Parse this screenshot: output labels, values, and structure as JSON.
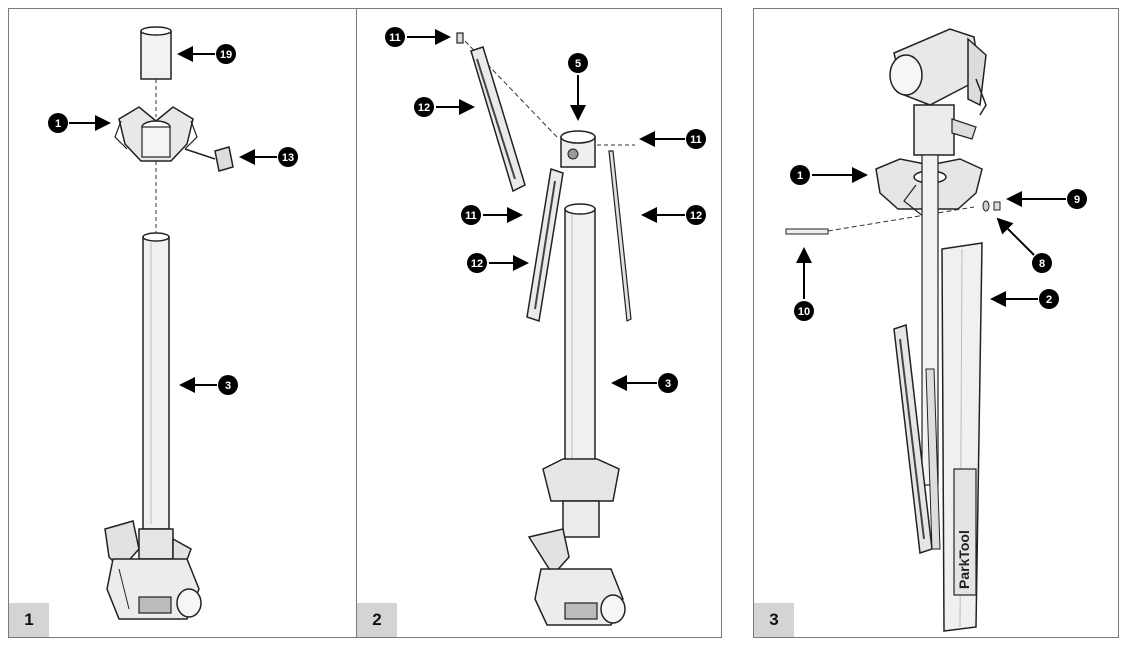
{
  "panels": [
    {
      "step": "1"
    },
    {
      "step": "2"
    },
    {
      "step": "3"
    }
  ],
  "callouts": {
    "p1": [
      "19",
      "1",
      "13",
      "3"
    ],
    "p2": [
      "11",
      "5",
      "12",
      "11",
      "11",
      "12",
      "12",
      "3"
    ],
    "p3": [
      "1",
      "9",
      "8",
      "10",
      "2"
    ]
  },
  "brand": "ParkTool"
}
